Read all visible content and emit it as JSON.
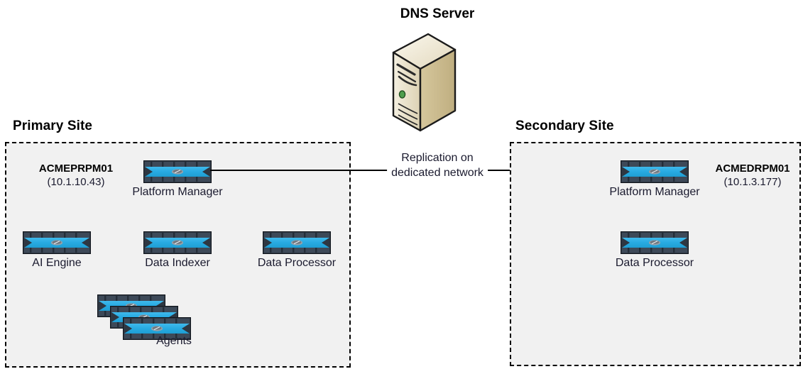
{
  "diagram": {
    "title_dns": "DNS Server",
    "replication_label_line1": "Replication on",
    "replication_label_line2": "dedicated network",
    "colors": {
      "device_chassis": "#3a4553",
      "device_band": "#29abe2",
      "site_fill": "#f1f1f1",
      "site_border": "#000000",
      "tower_front": "#efe8d5",
      "tower_side": "#c9b98e",
      "tower_led": "#4e9e4e"
    }
  },
  "dns_server": {
    "label": "DNS Server",
    "icon": "server-tower-icon"
  },
  "primary_site": {
    "title": "Primary Site",
    "host": {
      "name": "ACMEPRPM01",
      "ip": "(10.1.10.43)"
    },
    "devices": [
      {
        "label": "Platform Manager",
        "icon": "server-appliance-icon"
      },
      {
        "label": "AI Engine",
        "icon": "server-appliance-icon"
      },
      {
        "label": "Data Indexer",
        "icon": "server-appliance-icon"
      },
      {
        "label": "Data Processor",
        "icon": "server-appliance-icon"
      },
      {
        "label": "Agents",
        "icon": "server-appliance-stack-icon"
      }
    ]
  },
  "secondary_site": {
    "title": "Secondary Site",
    "host": {
      "name": "ACMEDRPM01",
      "ip": "(10.1.3.177)"
    },
    "devices": [
      {
        "label": "Platform Manager",
        "icon": "server-appliance-icon"
      },
      {
        "label": "Data Processor",
        "icon": "server-appliance-icon"
      }
    ]
  },
  "connection": {
    "from": "Platform Manager (Primary)",
    "to": "Platform Manager (Secondary)",
    "label_line1": "Replication on",
    "label_line2": "dedicated network"
  }
}
